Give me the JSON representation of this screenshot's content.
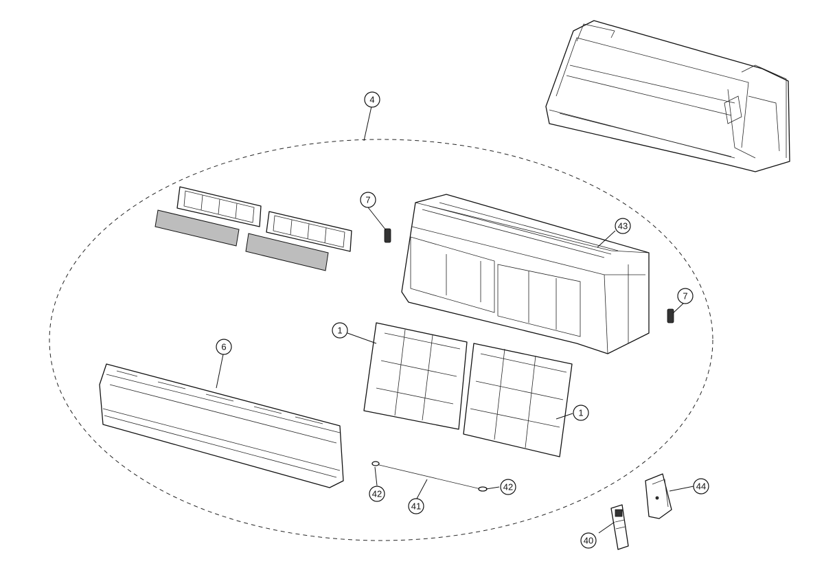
{
  "diagram": {
    "callouts": [
      {
        "id": "c4",
        "label": "4"
      },
      {
        "id": "c7a",
        "label": "7"
      },
      {
        "id": "c43",
        "label": "43"
      },
      {
        "id": "c7b",
        "label": "7"
      },
      {
        "id": "c1a",
        "label": "1"
      },
      {
        "id": "c6",
        "label": "6"
      },
      {
        "id": "c1b",
        "label": "1"
      },
      {
        "id": "c42a",
        "label": "42"
      },
      {
        "id": "c41",
        "label": "41"
      },
      {
        "id": "c42b",
        "label": "42"
      },
      {
        "id": "c44",
        "label": "44"
      },
      {
        "id": "c40",
        "label": "40"
      }
    ]
  }
}
